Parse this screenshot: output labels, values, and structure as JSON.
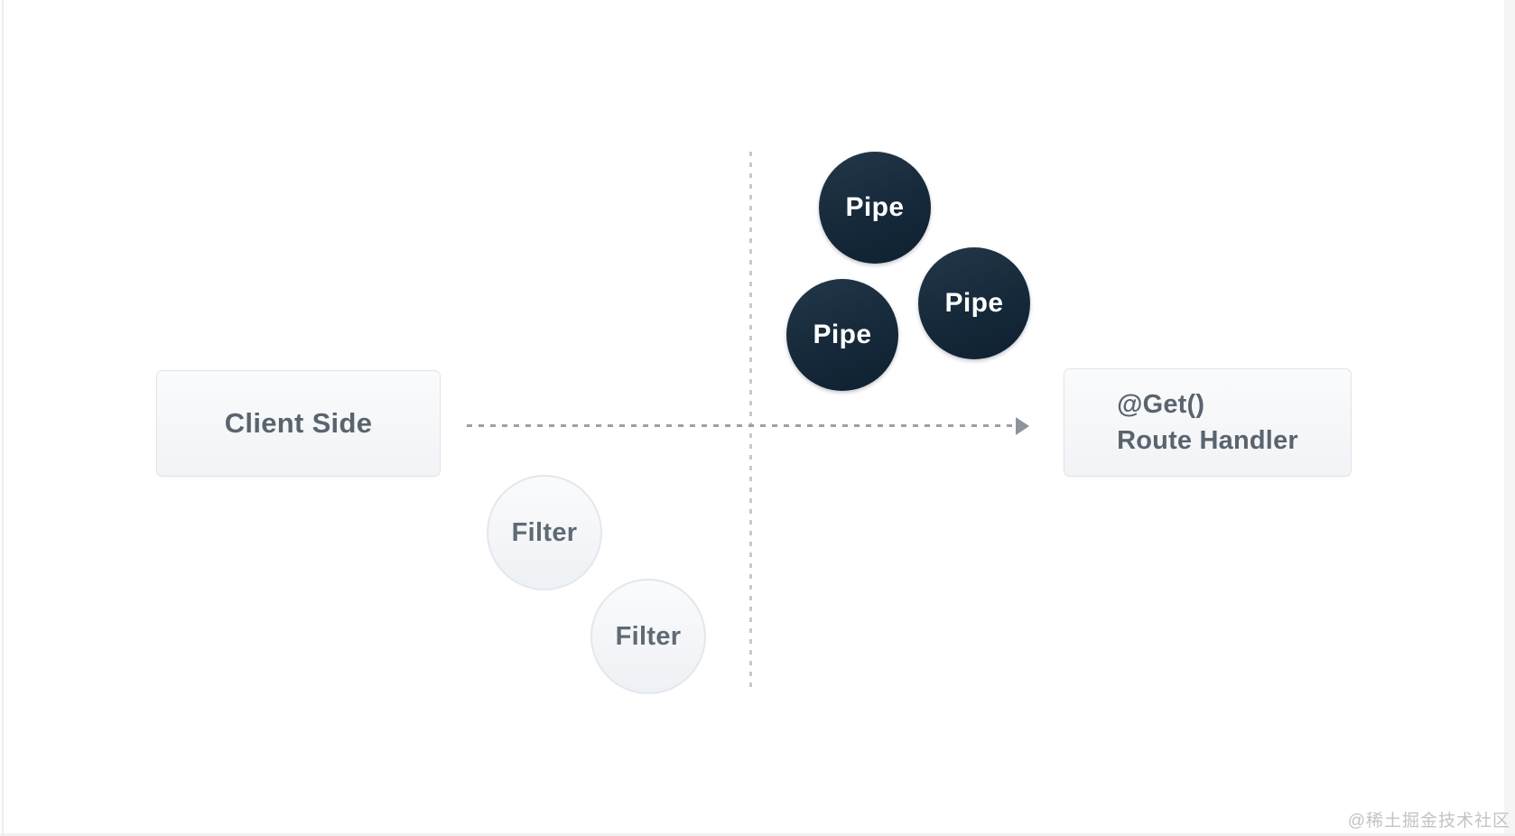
{
  "diagram": {
    "client_side": {
      "label": "Client Side"
    },
    "route_handler": {
      "line1": "@Get()",
      "line2": "Route Handler"
    },
    "pipes": [
      {
        "label": "Pipe"
      },
      {
        "label": "Pipe"
      },
      {
        "label": "Pipe"
      }
    ],
    "filters": [
      {
        "label": "Filter"
      },
      {
        "label": "Filter"
      }
    ]
  },
  "watermark": {
    "text": "@稀土掘金技术社区"
  },
  "colors": {
    "background": "#ffffff",
    "pipe_fill": "#16293a",
    "pipe_text": "#ffffff",
    "node_fill": "#f3f5f8",
    "node_border": "#e1e4e9",
    "node_text": "#5a646e",
    "flow_line": "#9ba1a7",
    "divider_line": "#c6c9cc",
    "arrowhead": "#8d949b",
    "watermark_text": "#c3c3c3"
  }
}
